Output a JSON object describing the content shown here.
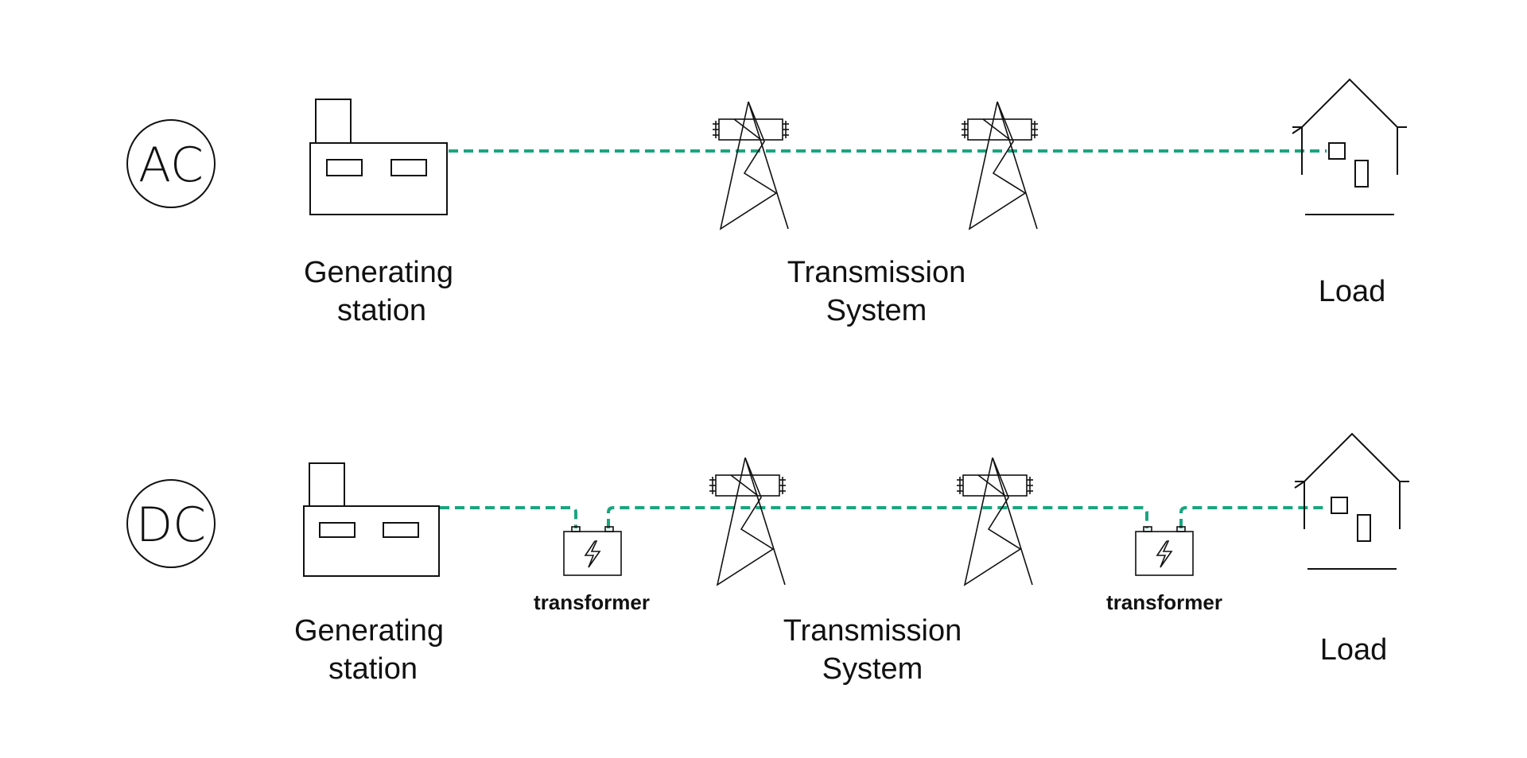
{
  "colors": {
    "line": "#1aa57f",
    "stroke": "#111111",
    "background": "#ffffff"
  },
  "ac_row": {
    "badge": "AC",
    "generating_station": {
      "line1": "Generating",
      "line2": "station"
    },
    "transmission_system": {
      "line1": "Transmission",
      "line2": "System"
    },
    "load": "Load"
  },
  "dc_row": {
    "badge": "DC",
    "generating_station": {
      "line1": "Generating",
      "line2": "station"
    },
    "transformer_left": "transformer",
    "transmission_system": {
      "line1": "Transmission",
      "line2": "System"
    },
    "transformer_right": "transformer",
    "load": "Load"
  },
  "icons": {
    "factory": "factory-icon",
    "tower": "transmission-tower-icon",
    "house": "house-icon",
    "transformer": "transformer-icon",
    "bolt": "lightning-bolt-icon"
  }
}
